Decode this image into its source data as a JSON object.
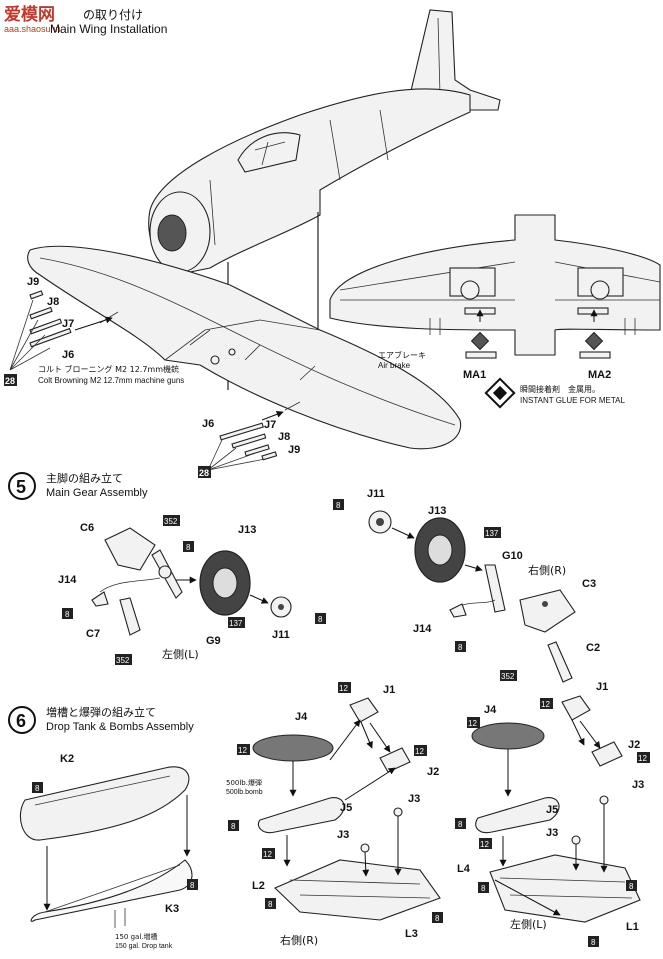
{
  "watermark": {
    "text": "爱模网",
    "sub": "aaa.shaosuhn",
    "color": "#c0392b"
  },
  "section4": {
    "title_jp": "の取り付け",
    "title_en": "Main Wing Installation",
    "part_left": [
      "J9",
      "J8",
      "J7",
      "J6"
    ],
    "part_right": [
      "J6",
      "J7",
      "J8",
      "J9"
    ],
    "paint_code": "28",
    "gun_note_jp": "コルト ブローニング M2 12.7mm機銃",
    "gun_note_en": "Colt Browning M2 12.7mm machine guns",
    "airbrake_jp": "エアブレーキ",
    "airbrake_en": "Air brake",
    "ma1": "MA1",
    "ma2": "MA2",
    "glue_jp": "瞬間接着剤　金属用。",
    "glue_en": "INSTANT GLUE FOR METAL"
  },
  "section5": {
    "num": "5",
    "title_jp": "主脚の組み立て",
    "title_en": "Main Gear Assembly",
    "left": {
      "c6": "C6",
      "c7": "C7",
      "j14": "J14",
      "j13": "J13",
      "j11": "J11",
      "g9": "G9",
      "side": "左側(L)",
      "codes": [
        "352",
        "8",
        "8",
        "137",
        "8",
        "352"
      ]
    },
    "right": {
      "j11": "J11",
      "j13": "J13",
      "g10": "G10",
      "side": "右側(R)",
      "c3": "C3",
      "j14": "J14",
      "c2": "C2",
      "codes": [
        "8",
        "137",
        "8",
        "352"
      ]
    }
  },
  "section6": {
    "num": "6",
    "title_jp": "増槽と爆弾の組み立て",
    "title_en": "Drop Tank & Bombs Assembly",
    "k2": "K2",
    "k3": "K3",
    "tank_jp": "150 gal.増槽",
    "tank_en": "150 gal. Drop tank",
    "bomb_jp": "500lb.爆弾",
    "bomb_en": "500lb.bomb",
    "codes": [
      "8",
      "8",
      "12",
      "12",
      "12",
      "12"
    ],
    "left": {
      "j1": "J1",
      "j2": "J2",
      "j3a": "J3",
      "j3b": "J3",
      "j4": "J4",
      "j5": "J5",
      "l2": "L2",
      "l3": "L3",
      "side": "右側(R)"
    },
    "right": {
      "j1": "J1",
      "j2": "J2",
      "j3a": "J3",
      "j3b": "J3",
      "j4": "J4",
      "j5": "J5",
      "l4": "L4",
      "l1": "L1",
      "side": "左側(L)"
    }
  }
}
